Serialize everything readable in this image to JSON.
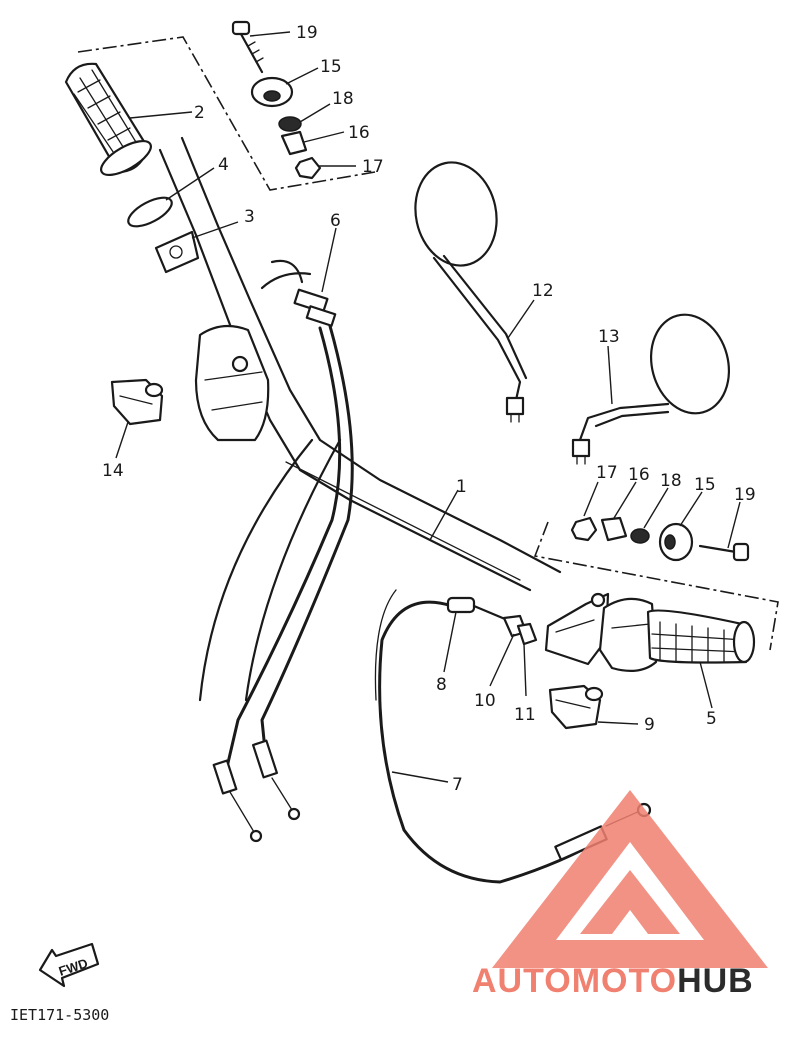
{
  "diagram": {
    "drawing_code": "IET171-5300",
    "fwd_label": "FWD",
    "callouts": {
      "c1": "1",
      "c2": "2",
      "c3": "3",
      "c4": "4",
      "c5": "5",
      "c6": "6",
      "c7": "7",
      "c8": "8",
      "c9": "9",
      "c10": "10",
      "c11": "11",
      "c12": "12",
      "c13": "13",
      "c14": "14",
      "c15a": "15",
      "c16a": "16",
      "c17a": "17",
      "c18a": "18",
      "c19a": "19",
      "c15b": "15",
      "c16b": "16",
      "c17b": "17",
      "c18b": "18",
      "c19b": "19"
    }
  },
  "watermark": {
    "part1": "AUTOMOTO",
    "part2": "HUB",
    "color_primary": "#f08070",
    "color_secondary": "#2b2b2b"
  }
}
